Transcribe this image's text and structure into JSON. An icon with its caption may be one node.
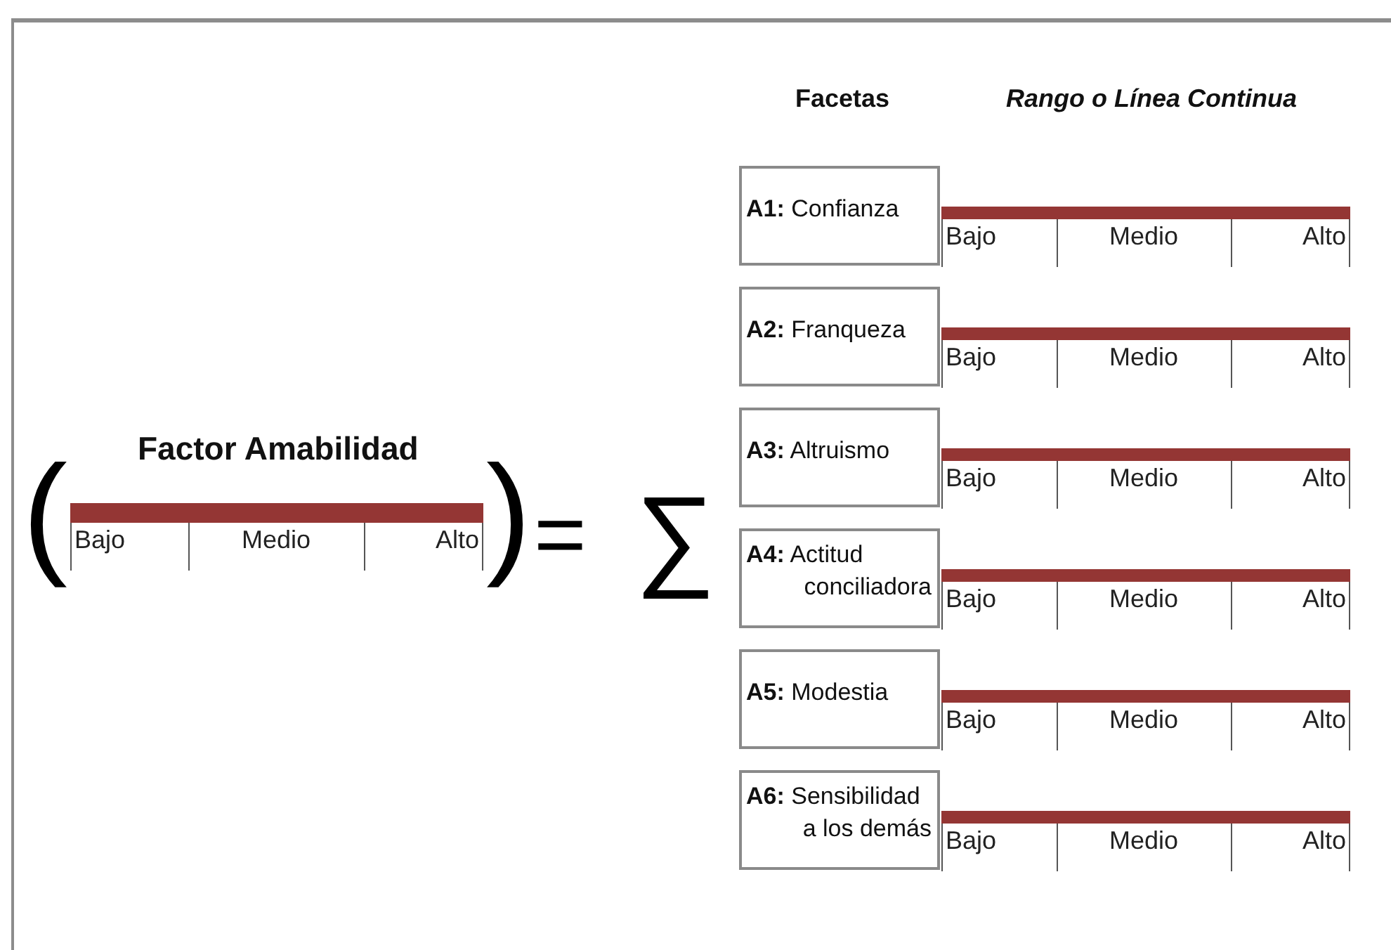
{
  "diagram": {
    "nodes": [
      {
        "text": [
          "**A1:**  Confianza"
        ]
      },
      {
        "text": [
          "**A2:** Franqueza"
        ]
      },
      {
        "text": [
          "**A3:** Altruismo"
        ]
      },
      {
        "text": [
          "**A4:** Actitud conciliadora"
        ]
      },
      {
        "text": [
          "**A5:** Modestia"
        ]
      },
      {
        "text": [
          "**A6:** Sensibilidad a los demás"
        ]
      }
    ],
    "labels": [
      "Facetas",
      "Rango o Línea Continua",
      "(",
      "Factor Amabilidad",
      "Bajo",
      "Medio",
      "Alto",
      ")",
      "=",
      "∑",
      "Bajo",
      "Medio",
      "Alto",
      "Bajo",
      "Medio",
      "Alto",
      "Bajo",
      "Medio",
      "Alto",
      "Bajo",
      "Medio",
      "Alto",
      "Bajo",
      "Medio",
      "Alto",
      "Bajo",
      "Medio",
      "Alto"
    ]
  }
}
